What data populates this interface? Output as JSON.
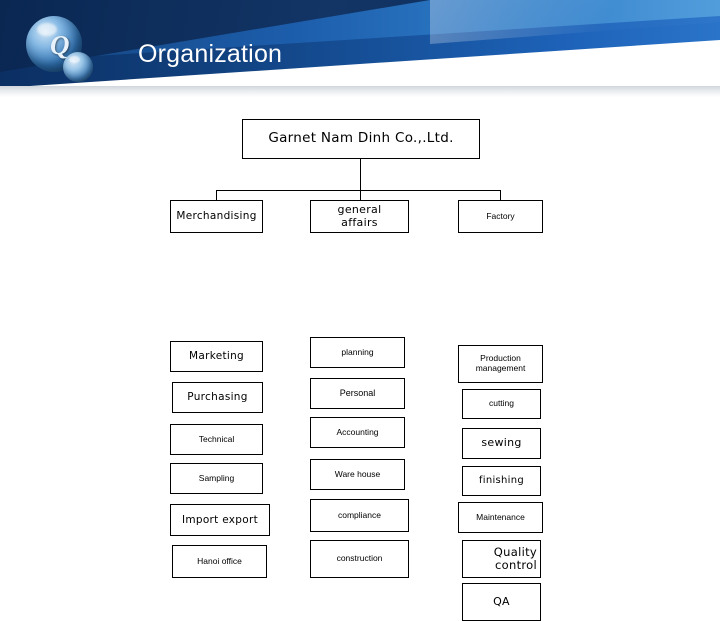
{
  "header": {
    "title": "Organization",
    "logo_icon": "bubble-logo",
    "logo_letter": "Q"
  },
  "chart_data": {
    "type": "diagram",
    "title": "Organization",
    "root": "Garnet  Nam Dinh Co.,.Ltd.",
    "columns": [
      {
        "name": "merchandising-column",
        "items": [
          "Merchandising",
          "Marketing",
          "Purchasing",
          "Technical",
          "Sampling",
          "Import export",
          "Hanoi office"
        ]
      },
      {
        "name": "general-affairs-column",
        "items": [
          "general affairs",
          "planning",
          "Personal",
          "Accounting",
          "Ware house",
          "compliance",
          "construction"
        ]
      },
      {
        "name": "factory-column",
        "items": [
          "Factory",
          "Production management",
          "cutting",
          "sewing",
          "finishing",
          "Maintenance",
          "Quality control",
          "QA"
        ]
      }
    ]
  },
  "nodes": {
    "root": "Garnet  Nam Dinh Co.,.Ltd.",
    "c1": {
      "n1": "Merchandising",
      "n2": "Marketing",
      "n3": "Purchasing",
      "n4": "Technical",
      "n5": "Sampling",
      "n6": "Import export",
      "n7": "Hanoi office"
    },
    "c2": {
      "n1a": "general",
      "n1b": "affairs",
      "n2": "planning",
      "n3": "Personal",
      "n4": "Accounting",
      "n5": "Ware house",
      "n6": "compliance",
      "n7": "construction"
    },
    "c3": {
      "n1": "Factory",
      "n2a": "Production",
      "n2b": "management",
      "n3": "cutting",
      "n4": "sewing",
      "n5": "finishing",
      "n6": "Maintenance",
      "n7a": "Quality",
      "n7b": "control",
      "n8": "QA"
    }
  }
}
